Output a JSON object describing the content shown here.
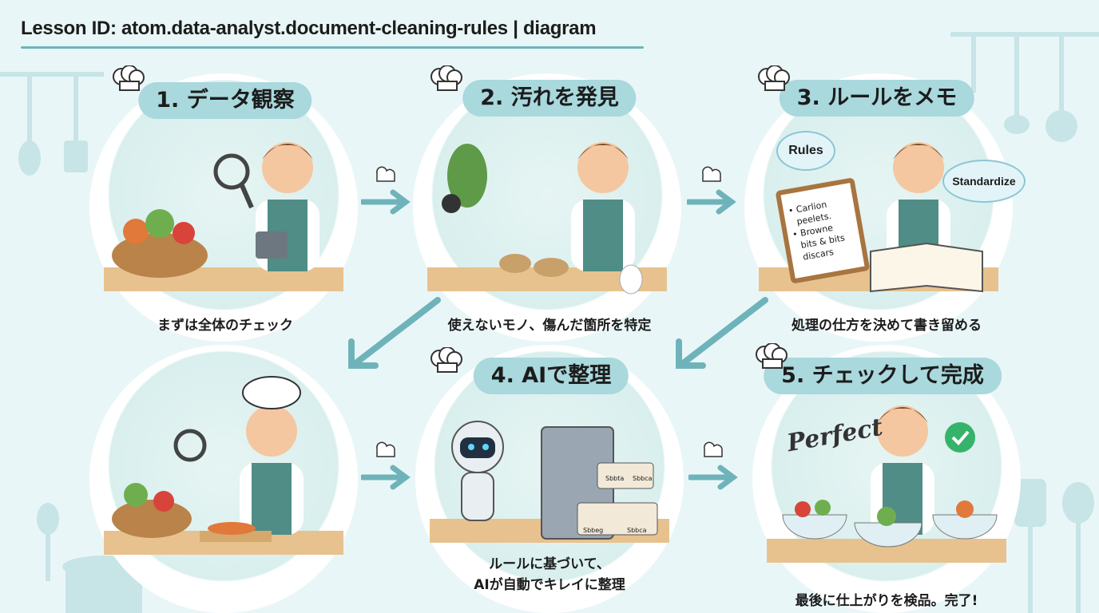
{
  "header": {
    "title": "Lesson ID: atom.data-analyst.document-cleaning-rules  | diagram"
  },
  "steps": [
    {
      "title": "1. データ観察",
      "caption": "まずは全体のチェック"
    },
    {
      "title": "2. 汚れを発見",
      "caption": "使えないモノ、傷んだ箇所を特定"
    },
    {
      "title": "3. ルールをメモ",
      "caption": "処理の仕方を決めて書き留める",
      "bubbles": [
        "Rules",
        "Standardize"
      ],
      "clipboard_lines": [
        "• Carlion",
        "peelets.",
        "• Browne",
        "bits & bits",
        "discars"
      ]
    },
    {
      "title": "4. AIで整理",
      "caption_lines": [
        "ルールに基づいて、",
        "AIが自動でキレイに整理"
      ],
      "box_labels": [
        "Sbbta",
        "Sbbca",
        "Sbbeg",
        "Sbbca"
      ]
    },
    {
      "title": "5. チェックして完成",
      "caption": "最後に仕上がりを検品。完了!",
      "stamp": "Perfect"
    }
  ],
  "colors": {
    "accent": "#6fb3ba",
    "pill": "#a9d8dd",
    "background": "#e9f6f7",
    "apron": "#4f8d86",
    "check": "#35b36a"
  }
}
